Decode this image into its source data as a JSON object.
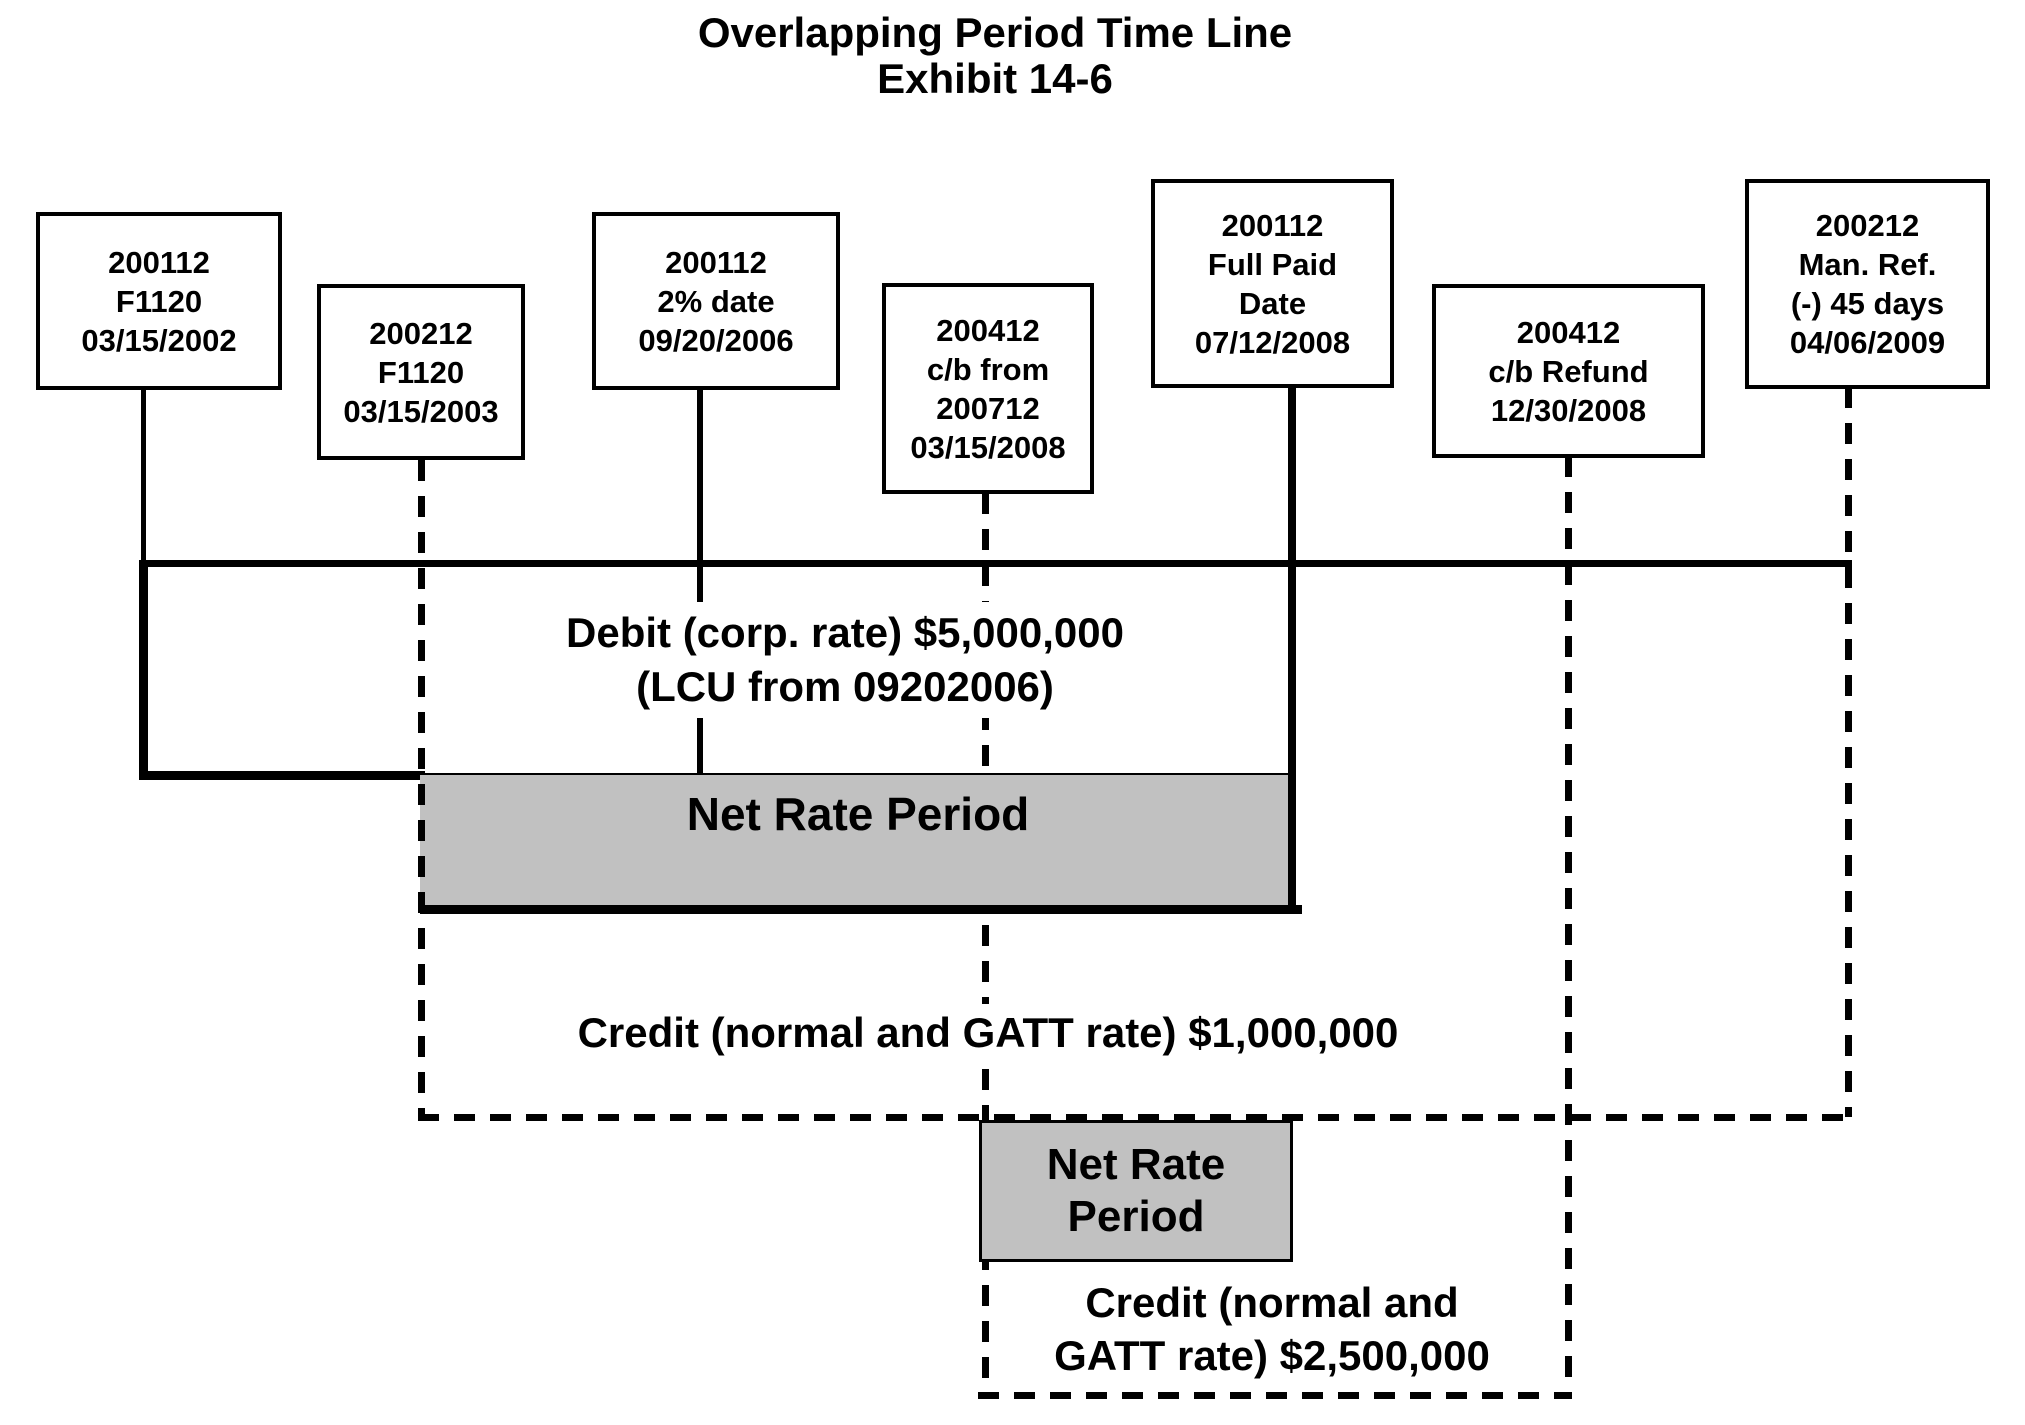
{
  "title": {
    "line1": "Overlapping Period Time Line",
    "line2": "Exhibit 14-6"
  },
  "boxes": [
    {
      "name": "event-box-f1120-2002",
      "lines": [
        "200112",
        "F1120",
        "03/15/2002"
      ]
    },
    {
      "name": "event-box-f1120-2003",
      "lines": [
        "200212",
        "F1120",
        "03/15/2003"
      ]
    },
    {
      "name": "event-box-2pct-date",
      "lines": [
        "200112",
        "2% date",
        "09/20/2006"
      ]
    },
    {
      "name": "event-box-cb-from",
      "lines": [
        "200412",
        "c/b from",
        "200712",
        "03/15/2008"
      ]
    },
    {
      "name": "event-box-full-paid",
      "lines": [
        "200112",
        "Full Paid",
        "Date",
        "07/12/2008"
      ]
    },
    {
      "name": "event-box-cb-refund",
      "lines": [
        "200412",
        "c/b Refund",
        "12/30/2008"
      ]
    },
    {
      "name": "event-box-man-ref",
      "lines": [
        "200212",
        "Man. Ref.",
        "(-) 45 days",
        "04/06/2009"
      ]
    }
  ],
  "labels": {
    "debit_line1": "Debit (corp. rate) $5,000,000",
    "debit_line2": "(LCU from 09202006)",
    "net_rate_period_top": "Net Rate Period",
    "credit_top": "Credit (normal and GATT rate) $1,000,000",
    "net_rate_period_bottom_line1": "Net Rate",
    "net_rate_period_bottom_line2": "Period",
    "credit_bottom_line1": "Credit (normal and",
    "credit_bottom_line2": "GATT rate) $2,500,000"
  },
  "colors": {
    "line": "#000000",
    "bar_fill": "#c1c1c1",
    "background": "#ffffff"
  }
}
